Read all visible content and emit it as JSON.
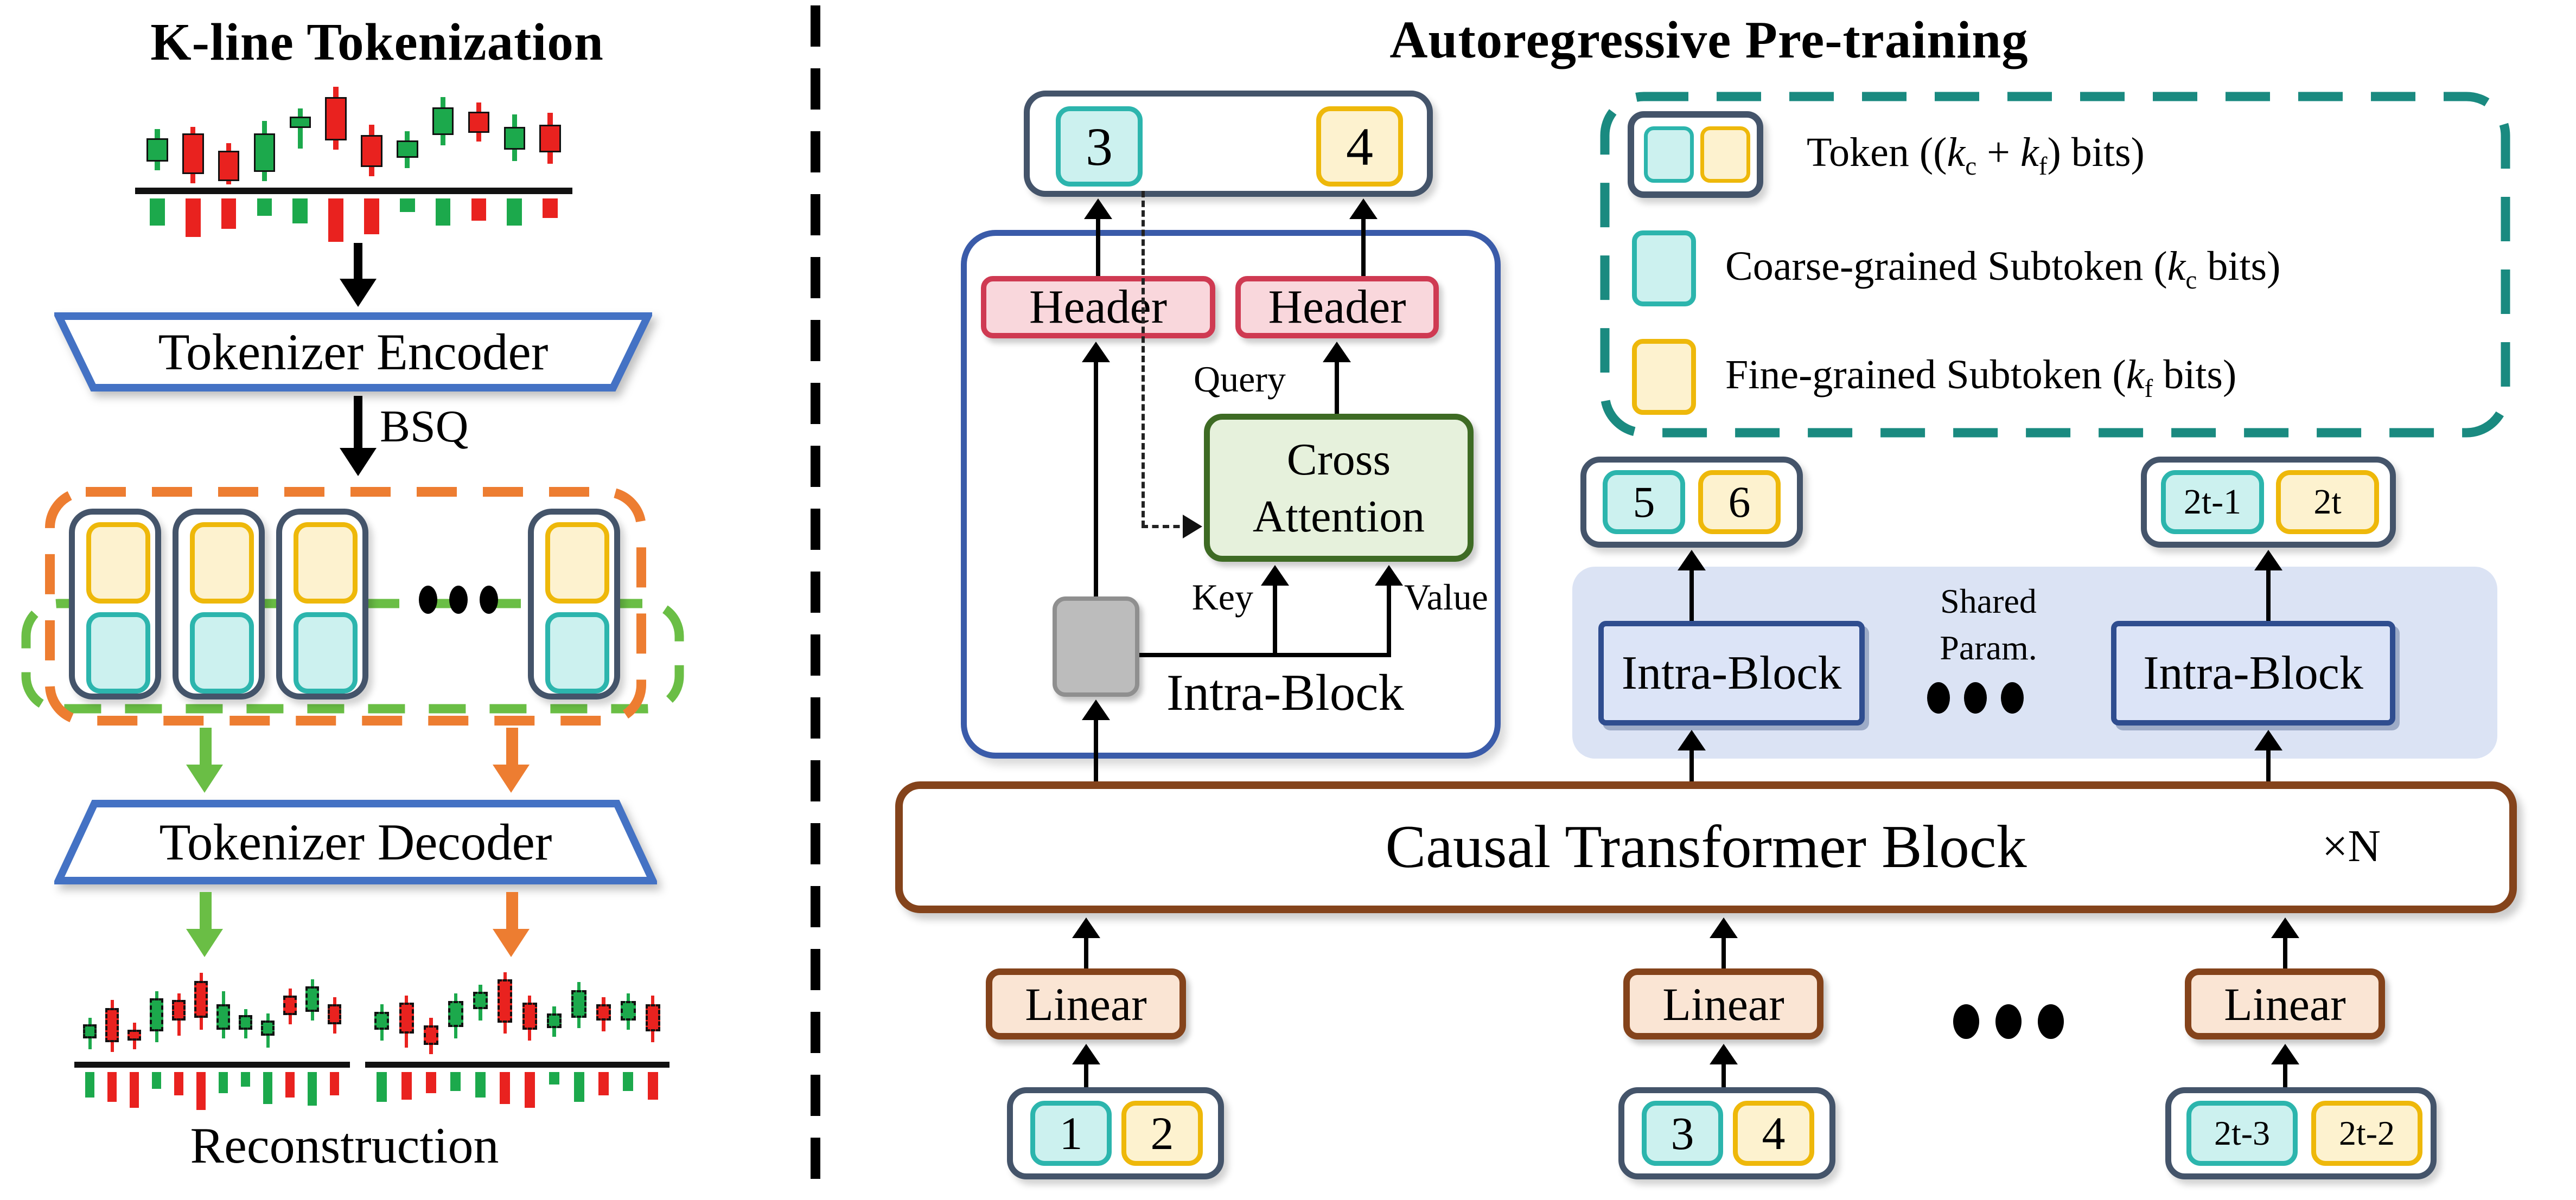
{
  "colors": {
    "candle_green": "#1ca94c",
    "candle_red": "#e9221f",
    "teal_fill": "#ccf1ef",
    "teal_border": "#2cb5ad",
    "yellow_fill": "#fdf2cf",
    "yellow_border": "#eeb80a",
    "navy_border": "#44546a",
    "trapezoid_blue": "#4472c4",
    "container_blue": "#3a5ba9",
    "legend_teal_dash": "#1a8a80",
    "orange_dash": "#ed7d31",
    "green_dash": "#6abe45",
    "header_pink": "#f9d7dc",
    "header_border": "#cf3a52",
    "cross_green": "#e6f1dc",
    "cross_border": "#3e6b24",
    "gray_box": "#bcbcbc",
    "region_lavender": "#dbe3f4",
    "intra_fill": "#dce4f7",
    "intra_border": "#2f4d8f",
    "brown": "#84431b",
    "linear_fill": "#fae5d4"
  },
  "left_panel": {
    "title": "K-line Tokenization",
    "encoder_label": "Tokenizer Encoder",
    "bsq_label": "BSQ",
    "decoder_label": "Tokenizer Decoder",
    "reconstruction_label": "Reconstruction"
  },
  "right_panel": {
    "title": "Autoregressive Pre-training",
    "header_label": "Header",
    "query_label": "Query",
    "cross_line1": "Cross",
    "cross_line2": "Attention",
    "key_label": "Key",
    "value_label": "Value",
    "intra_block_label": "Intra-Block",
    "shared_line1": "Shared",
    "shared_line2": "Param.",
    "causal_label": "Causal Transformer Block",
    "xn_label": "×N",
    "linear_label": "Linear",
    "tokens": {
      "top_pair_coarse": "3",
      "top_pair_fine": "4",
      "mid_left_coarse": "5",
      "mid_left_fine": "6",
      "mid_right_coarse": "2t-1",
      "mid_right_fine": "2t",
      "bottom1_coarse": "1",
      "bottom1_fine": "2",
      "bottom2_coarse": "3",
      "bottom2_fine": "4",
      "bottom3_coarse": "2t-3",
      "bottom3_fine": "2t-2"
    }
  },
  "legend": {
    "row_token": {
      "pre": "Token ((",
      "k1": "k",
      "s1": "c",
      "mid": " + ",
      "k2": "k",
      "s2": "f",
      "post": ") bits)"
    },
    "row_coarse": {
      "pre": "Coarse-grained Subtoken (",
      "k1": "k",
      "s1": "c",
      "post": " bits)"
    },
    "row_fine": {
      "pre": "Fine-grained Subtoken (",
      "k1": "k",
      "s1": "f",
      "post": " bits)"
    }
  },
  "charts": {
    "main": {
      "dashed": false,
      "candles": [
        [
          "g",
          0.46,
          0.55,
          0.78,
          0.86
        ],
        [
          "r",
          0.44,
          0.5,
          0.9,
          0.99
        ],
        [
          "r",
          0.6,
          0.67,
          0.97,
          1.0
        ],
        [
          "g",
          0.38,
          0.5,
          0.88,
          0.97
        ],
        [
          "g",
          0.26,
          0.34,
          0.45,
          0.65
        ],
        [
          "r",
          0.05,
          0.15,
          0.57,
          0.66
        ],
        [
          "r",
          0.42,
          0.52,
          0.83,
          0.92
        ],
        [
          "g",
          0.48,
          0.57,
          0.74,
          0.84
        ],
        [
          "g",
          0.15,
          0.25,
          0.52,
          0.62
        ],
        [
          "r",
          0.2,
          0.29,
          0.5,
          0.58
        ],
        [
          "g",
          0.32,
          0.44,
          0.66,
          0.77
        ],
        [
          "r",
          0.3,
          0.42,
          0.69,
          0.8
        ]
      ],
      "volumes": [
        [
          "g",
          0.55
        ],
        [
          "r",
          0.78
        ],
        [
          "r",
          0.62
        ],
        [
          "g",
          0.35
        ],
        [
          "g",
          0.5
        ],
        [
          "r",
          0.88
        ],
        [
          "r",
          0.72
        ],
        [
          "g",
          0.28
        ],
        [
          "g",
          0.55
        ],
        [
          "r",
          0.45
        ],
        [
          "g",
          0.55
        ],
        [
          "r",
          0.4
        ]
      ]
    },
    "recon1": {
      "dashed": true,
      "candles": [
        [
          "g",
          0.55,
          0.62,
          0.78,
          0.9
        ],
        [
          "r",
          0.35,
          0.44,
          0.82,
          0.93
        ],
        [
          "r",
          0.6,
          0.68,
          0.8,
          0.9
        ],
        [
          "g",
          0.25,
          0.33,
          0.7,
          0.82
        ],
        [
          "r",
          0.28,
          0.35,
          0.58,
          0.75
        ],
        [
          "r",
          0.05,
          0.14,
          0.55,
          0.68
        ],
        [
          "g",
          0.25,
          0.4,
          0.68,
          0.78
        ],
        [
          "g",
          0.45,
          0.52,
          0.68,
          0.78
        ],
        [
          "g",
          0.5,
          0.58,
          0.75,
          0.88
        ],
        [
          "r",
          0.22,
          0.3,
          0.52,
          0.62
        ],
        [
          "g",
          0.12,
          0.2,
          0.48,
          0.58
        ],
        [
          "r",
          0.32,
          0.4,
          0.62,
          0.72
        ]
      ],
      "volumes": [
        [
          "g",
          0.6
        ],
        [
          "r",
          0.7
        ],
        [
          "r",
          0.85
        ],
        [
          "g",
          0.4
        ],
        [
          "r",
          0.55
        ],
        [
          "r",
          0.9
        ],
        [
          "g",
          0.5
        ],
        [
          "g",
          0.35
        ],
        [
          "g",
          0.75
        ],
        [
          "r",
          0.6
        ],
        [
          "g",
          0.8
        ],
        [
          "r",
          0.55
        ]
      ]
    },
    "recon2": {
      "dashed": true,
      "candles": [
        [
          "g",
          0.4,
          0.48,
          0.68,
          0.8
        ],
        [
          "r",
          0.3,
          0.38,
          0.72,
          0.88
        ],
        [
          "r",
          0.55,
          0.63,
          0.85,
          0.95
        ],
        [
          "g",
          0.28,
          0.36,
          0.65,
          0.78
        ],
        [
          "g",
          0.18,
          0.26,
          0.45,
          0.58
        ],
        [
          "r",
          0.04,
          0.12,
          0.6,
          0.72
        ],
        [
          "r",
          0.3,
          0.38,
          0.68,
          0.8
        ],
        [
          "g",
          0.42,
          0.5,
          0.66,
          0.76
        ],
        [
          "g",
          0.15,
          0.24,
          0.55,
          0.66
        ],
        [
          "r",
          0.32,
          0.4,
          0.58,
          0.7
        ],
        [
          "g",
          0.28,
          0.36,
          0.58,
          0.68
        ],
        [
          "r",
          0.3,
          0.4,
          0.7,
          0.82
        ]
      ],
      "volumes": [
        [
          "g",
          0.7
        ],
        [
          "r",
          0.65
        ],
        [
          "r",
          0.5
        ],
        [
          "g",
          0.45
        ],
        [
          "g",
          0.6
        ],
        [
          "r",
          0.75
        ],
        [
          "r",
          0.85
        ],
        [
          "g",
          0.3
        ],
        [
          "g",
          0.7
        ],
        [
          "r",
          0.55
        ],
        [
          "g",
          0.45
        ],
        [
          "r",
          0.65
        ]
      ]
    }
  }
}
